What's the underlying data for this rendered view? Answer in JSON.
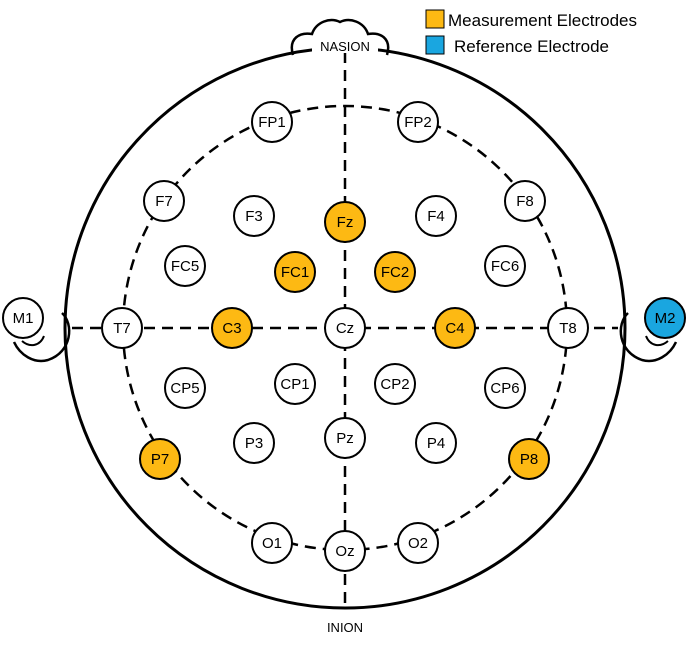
{
  "landmarks": {
    "nasion": "NASION",
    "inion": "INION"
  },
  "legend": {
    "measurement": {
      "label": "Measurement Electrodes",
      "color": "#FDB913"
    },
    "reference": {
      "label": "Reference Electrode",
      "color": "#1AA6E0"
    }
  },
  "electrodes": [
    {
      "label": "FP1",
      "type": "plain"
    },
    {
      "label": "FP2",
      "type": "plain"
    },
    {
      "label": "F7",
      "type": "plain"
    },
    {
      "label": "F3",
      "type": "plain"
    },
    {
      "label": "Fz",
      "type": "measurement"
    },
    {
      "label": "F4",
      "type": "plain"
    },
    {
      "label": "F8",
      "type": "plain"
    },
    {
      "label": "FC5",
      "type": "plain"
    },
    {
      "label": "FC1",
      "type": "measurement"
    },
    {
      "label": "FC2",
      "type": "measurement"
    },
    {
      "label": "FC6",
      "type": "plain"
    },
    {
      "label": "T7",
      "type": "plain"
    },
    {
      "label": "C3",
      "type": "measurement"
    },
    {
      "label": "Cz",
      "type": "plain"
    },
    {
      "label": "C4",
      "type": "measurement"
    },
    {
      "label": "T8",
      "type": "plain"
    },
    {
      "label": "CP5",
      "type": "plain"
    },
    {
      "label": "CP1",
      "type": "plain"
    },
    {
      "label": "CP2",
      "type": "plain"
    },
    {
      "label": "CP6",
      "type": "plain"
    },
    {
      "label": "P7",
      "type": "measurement"
    },
    {
      "label": "P3",
      "type": "plain"
    },
    {
      "label": "Pz",
      "type": "plain"
    },
    {
      "label": "P4",
      "type": "plain"
    },
    {
      "label": "P8",
      "type": "measurement"
    },
    {
      "label": "O1",
      "type": "plain"
    },
    {
      "label": "Oz",
      "type": "plain"
    },
    {
      "label": "O2",
      "type": "plain"
    },
    {
      "label": "M1",
      "type": "plain"
    },
    {
      "label": "M2",
      "type": "reference"
    }
  ]
}
